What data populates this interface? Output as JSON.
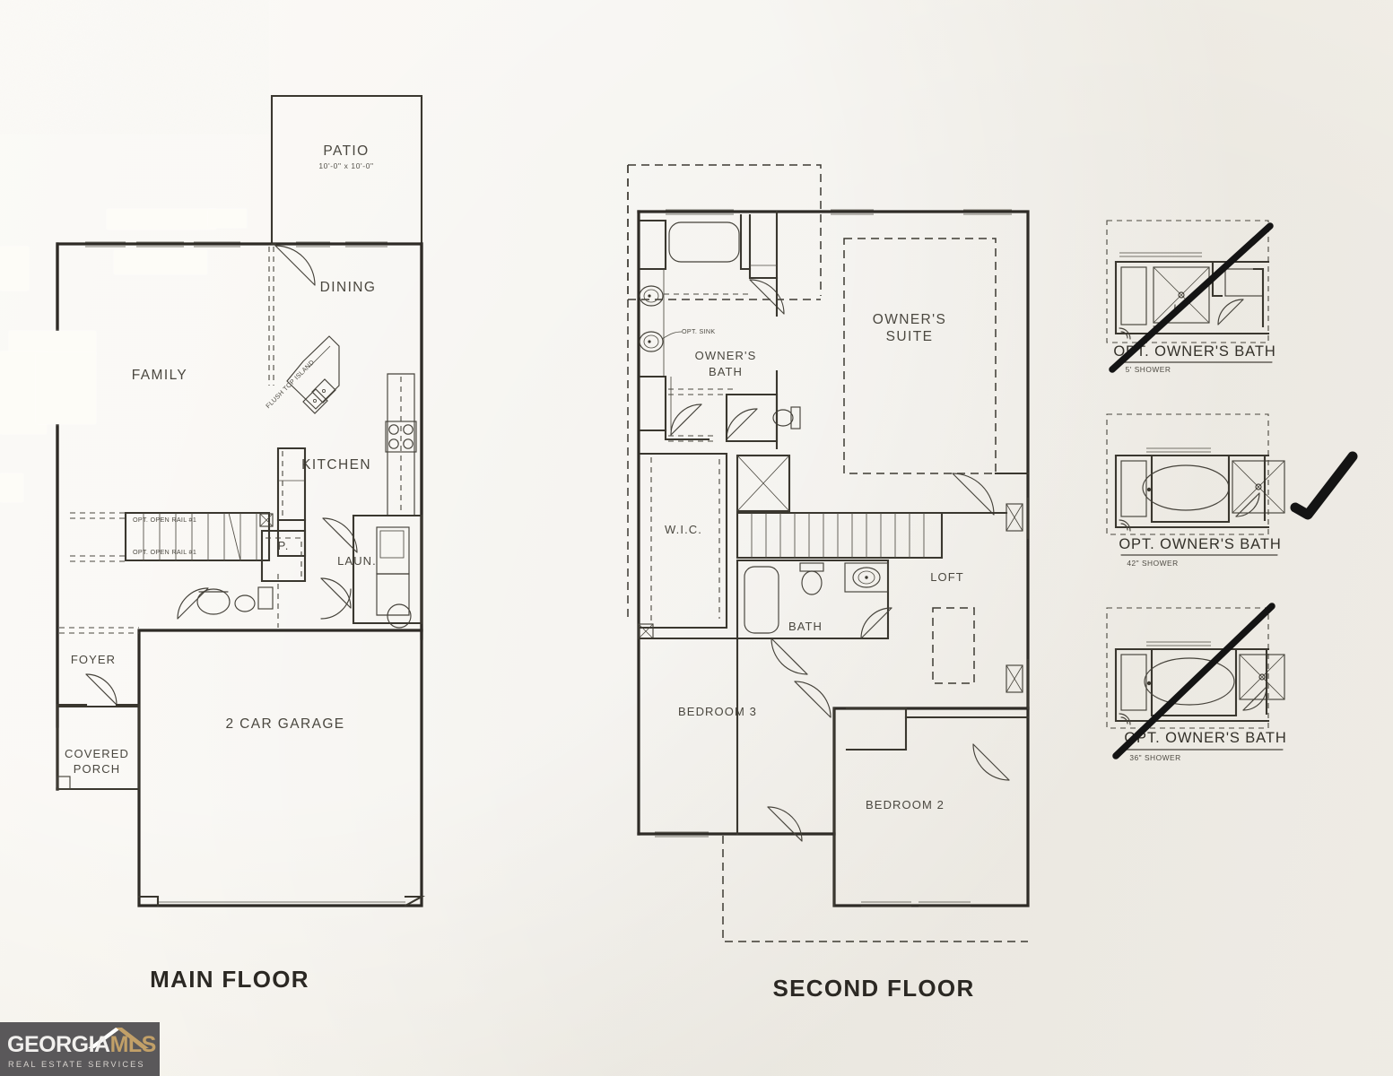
{
  "document": {
    "type": "architectural-floor-plan",
    "paper_color": "#f3f0e9",
    "ink_color": "#2e2b26"
  },
  "main_floor": {
    "title": "MAIN FLOOR",
    "rooms": [
      {
        "name": "PATIO",
        "label": "PATIO",
        "dimension": "10'-0\" x 10'-0\""
      },
      {
        "name": "DINING",
        "label": "DINING",
        "dimension": ""
      },
      {
        "name": "FAMILY",
        "label": "FAMILY",
        "dimension": ""
      },
      {
        "name": "KITCHEN",
        "label": "KITCHEN",
        "dimension": ""
      },
      {
        "name": "PANTRY",
        "label": "P.",
        "dimension": ""
      },
      {
        "name": "LAUNDRY",
        "label": "LAUN.",
        "dimension": ""
      },
      {
        "name": "FOYER",
        "label": "FOYER",
        "dimension": ""
      },
      {
        "name": "GARAGE",
        "label": "2 CAR GARAGE",
        "dimension": ""
      },
      {
        "name": "COVERED PORCH",
        "label": "COVERED",
        "label2": "PORCH",
        "dimension": ""
      }
    ],
    "annotations": [
      {
        "name": "flush-top-island",
        "text": "FLUSH TOP ISLAND"
      },
      {
        "name": "opt-open-rail-upper",
        "text": "OPT. OPEN RAIL #1"
      },
      {
        "name": "opt-open-rail-lower",
        "text": "OPT. OPEN RAIL #1"
      }
    ]
  },
  "second_floor": {
    "title": "SECOND FLOOR",
    "rooms": [
      {
        "name": "OWNERS SUITE",
        "label": "OWNER'S",
        "label2": "SUITE"
      },
      {
        "name": "OWNERS BATH",
        "label": "OWNER'S",
        "label2": "BATH"
      },
      {
        "name": "WIC",
        "label": "W.I.C."
      },
      {
        "name": "LOFT",
        "label": "LOFT"
      },
      {
        "name": "BATH",
        "label": "BATH"
      },
      {
        "name": "BEDROOM 3",
        "label": "BEDROOM 3"
      },
      {
        "name": "BEDROOM 2",
        "label": "BEDROOM 2"
      }
    ],
    "annotations": [
      {
        "name": "opt-sink",
        "text": "OPT. SINK"
      }
    ]
  },
  "options": [
    {
      "id": "opt-owners-bath-5",
      "title": "OPT. OWNER'S BATH",
      "subtitle": "5' SHOWER",
      "state": "crossed-out",
      "has_tub": false,
      "shower_size": "5'"
    },
    {
      "id": "opt-owners-bath-42",
      "title": "OPT. OWNER'S BATH",
      "subtitle": "42\" SHOWER",
      "state": "selected",
      "has_tub": true,
      "shower_size": "42\""
    },
    {
      "id": "opt-owners-bath-36",
      "title": "OPT. OWNER'S BATH",
      "subtitle": "36\" SHOWER",
      "state": "crossed-out",
      "has_tub": true,
      "shower_size": "36\""
    }
  ],
  "watermark": {
    "brand_primary": "GEORGIA",
    "brand_secondary": "MLS",
    "tagline": "REAL ESTATE SERVICES",
    "bg_color": "#5a585a",
    "primary_color": "#f2f0ee",
    "secondary_color": "#c2a068"
  }
}
